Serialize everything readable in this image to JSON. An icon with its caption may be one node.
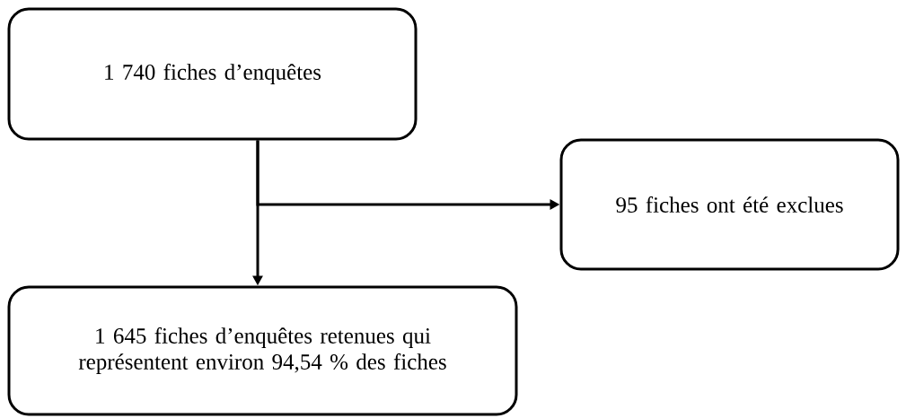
{
  "diagram": {
    "nodes": [
      {
        "text": [
          "1 740 fiches d’enquêtes"
        ]
      },
      {
        "text": [
          "95 fiches ont été exclues"
        ]
      },
      {
        "text": [
          "1 645 fiches d’enquêtes retenues qui représentent environ 94,54 % des fiches"
        ]
      }
    ],
    "edges": [
      {
        "from": 0,
        "to": 2,
        "arrow": "to"
      },
      {
        "from": 0,
        "to": 1,
        "arrow": "to"
      }
    ]
  }
}
